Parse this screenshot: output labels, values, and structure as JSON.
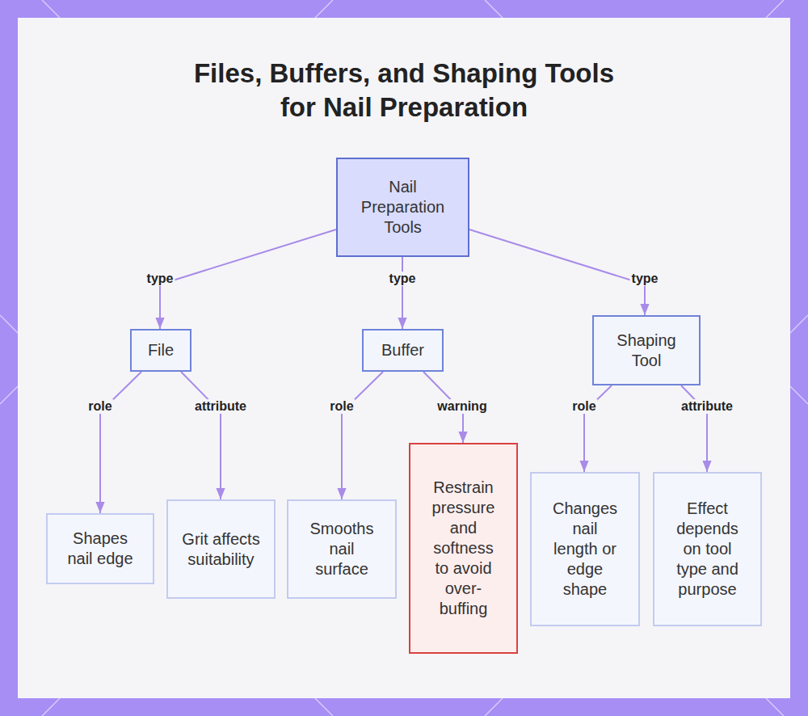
{
  "diagram": {
    "title": "Files, Buffers, and Shaping Tools for Nail Preparation",
    "nodes": [
      {
        "text": [
          "Nail Preparation Tools"
        ]
      },
      {
        "text": [
          "File"
        ]
      },
      {
        "text": [
          "Buffer"
        ]
      },
      {
        "text": [
          "Shaping Tool"
        ]
      },
      {
        "text": [
          "Shapes nail edge"
        ]
      },
      {
        "text": [
          "Grit affects suitability"
        ]
      },
      {
        "text": [
          "Smooths nail surface"
        ]
      },
      {
        "text": [
          "Restrain pressure and softness to avoid over-buffing"
        ]
      },
      {
        "text": [
          "Changes nail length or edge shape"
        ]
      },
      {
        "text": [
          "Effect depends on tool type and purpose"
        ]
      }
    ],
    "edges": [
      {
        "from": 0,
        "to": 1,
        "label": "type",
        "arrow": "to"
      },
      {
        "from": 0,
        "to": 2,
        "label": "type",
        "arrow": "to"
      },
      {
        "from": 0,
        "to": 3,
        "label": "type",
        "arrow": "to"
      },
      {
        "from": 1,
        "to": 4,
        "label": "role",
        "arrow": "to"
      },
      {
        "from": 1,
        "to": 5,
        "label": "attribute",
        "arrow": "to"
      },
      {
        "from": 2,
        "to": 6,
        "label": "role",
        "arrow": "to"
      },
      {
        "from": 2,
        "to": 7,
        "label": "warning",
        "arrow": "to"
      },
      {
        "from": 3,
        "to": 8,
        "label": "role",
        "arrow": "to"
      },
      {
        "from": 3,
        "to": 9,
        "label": "attribute",
        "arrow": "to"
      }
    ]
  }
}
